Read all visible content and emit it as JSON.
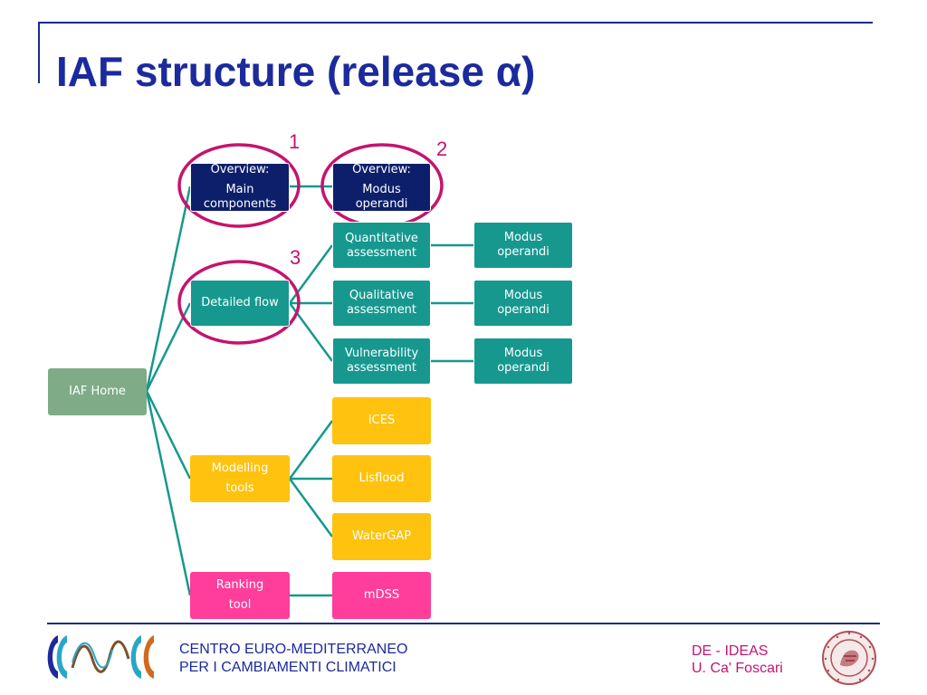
{
  "title": "IAF structure (release α)",
  "nodes": {
    "iaf_home": "IAF Home",
    "overview_main_line1": "Overview:",
    "overview_main_line2": "Main components",
    "overview_modus_line1": "Overview:",
    "overview_modus_line2": "Modus operandi",
    "detailed_flow": "Detailed flow",
    "quantitative": "Quantitative assessment",
    "qualitative": "Qualitative assessment",
    "vulnerability": "Vulnerability assessment",
    "modus_1": "Modus operandi",
    "modus_2": "Modus operandi",
    "modus_3": "Modus operandi",
    "modelling_tools_line1": "Modelling",
    "modelling_tools_line2": "tools",
    "ices": "ICES",
    "lisflood": "Lisflood",
    "watergap": "WaterGAP",
    "ranking_tool_line1": "Ranking",
    "ranking_tool_line2": "tool",
    "mdss": "mDSS"
  },
  "annotations": [
    "1",
    "2",
    "3"
  ],
  "footer": {
    "left_line1": "CENTRO EURO-MEDITERRANEO",
    "left_line2": "PER I CAMBIAMENTI CLIMATICI",
    "right_line1": "DE - IDEAS",
    "right_line2": "U. Ca' Foscari"
  },
  "colors": {
    "title": "#1b2a9c",
    "navy": "#0d1f6b",
    "teal": "#16988f",
    "home": "#7fab86",
    "yellow": "#ffc20e",
    "pink": "#ff3d9a",
    "highlight": "#c4146e",
    "connector": "#16988f"
  }
}
